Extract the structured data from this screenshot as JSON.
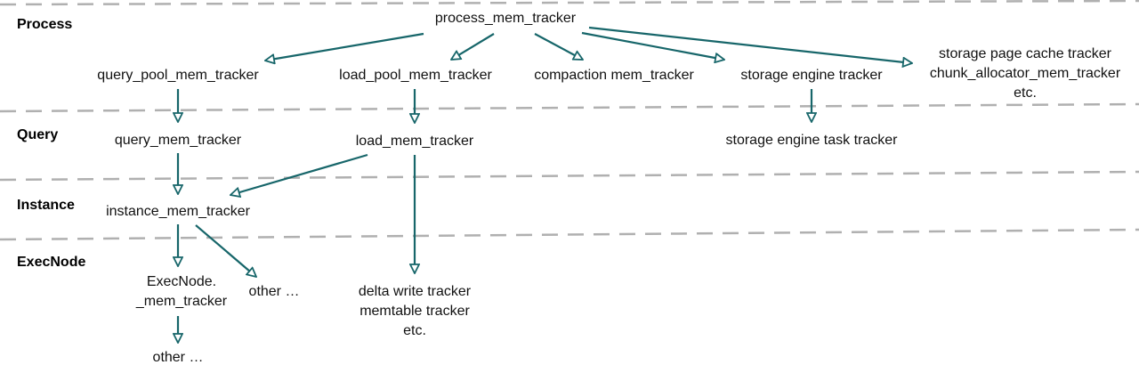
{
  "colors": {
    "arrow": "#17666a",
    "divider": "#b0b0b0",
    "text": "#111111",
    "background": "#ffffff"
  },
  "layers": [
    {
      "id": "process",
      "label": "Process"
    },
    {
      "id": "query",
      "label": "Query"
    },
    {
      "id": "instance",
      "label": "Instance"
    },
    {
      "id": "execnode",
      "label": "ExecNode"
    }
  ],
  "nodes": {
    "process_mem_tracker": {
      "lines": [
        "process_mem_tracker"
      ]
    },
    "query_pool_mem_tracker": {
      "lines": [
        "query_pool_mem_tracker"
      ]
    },
    "load_pool_mem_tracker": {
      "lines": [
        "load_pool_mem_tracker"
      ]
    },
    "compaction_mem_tracker": {
      "lines": [
        "compaction mem_tracker"
      ]
    },
    "storage_engine_tracker": {
      "lines": [
        "storage engine tracker"
      ]
    },
    "storage_misc": {
      "lines": [
        "storage page cache tracker",
        "chunk_allocator_mem_tracker",
        "etc."
      ]
    },
    "query_mem_tracker": {
      "lines": [
        "query_mem_tracker"
      ]
    },
    "load_mem_tracker": {
      "lines": [
        "load_mem_tracker"
      ]
    },
    "storage_engine_task_tracker": {
      "lines": [
        "storage engine task tracker"
      ]
    },
    "instance_mem_tracker": {
      "lines": [
        "instance_mem_tracker"
      ]
    },
    "execnode_mem_tracker": {
      "lines": [
        "ExecNode.",
        "_mem_tracker"
      ]
    },
    "instance_other": {
      "lines": [
        "other …"
      ]
    },
    "load_children": {
      "lines": [
        "delta write tracker",
        "memtable tracker",
        "etc."
      ]
    },
    "execnode_other": {
      "lines": [
        "other …"
      ]
    }
  },
  "edges": [
    {
      "from": "process_mem_tracker",
      "to": "query_pool_mem_tracker"
    },
    {
      "from": "process_mem_tracker",
      "to": "load_pool_mem_tracker"
    },
    {
      "from": "process_mem_tracker",
      "to": "compaction_mem_tracker"
    },
    {
      "from": "process_mem_tracker",
      "to": "storage_engine_tracker"
    },
    {
      "from": "process_mem_tracker",
      "to": "storage_misc"
    },
    {
      "from": "query_pool_mem_tracker",
      "to": "query_mem_tracker"
    },
    {
      "from": "load_pool_mem_tracker",
      "to": "load_mem_tracker"
    },
    {
      "from": "storage_engine_tracker",
      "to": "storage_engine_task_tracker"
    },
    {
      "from": "query_mem_tracker",
      "to": "instance_mem_tracker"
    },
    {
      "from": "load_mem_tracker",
      "to": "instance_mem_tracker"
    },
    {
      "from": "load_mem_tracker",
      "to": "load_children"
    },
    {
      "from": "instance_mem_tracker",
      "to": "execnode_mem_tracker"
    },
    {
      "from": "instance_mem_tracker",
      "to": "instance_other"
    },
    {
      "from": "execnode_mem_tracker",
      "to": "execnode_other"
    }
  ]
}
